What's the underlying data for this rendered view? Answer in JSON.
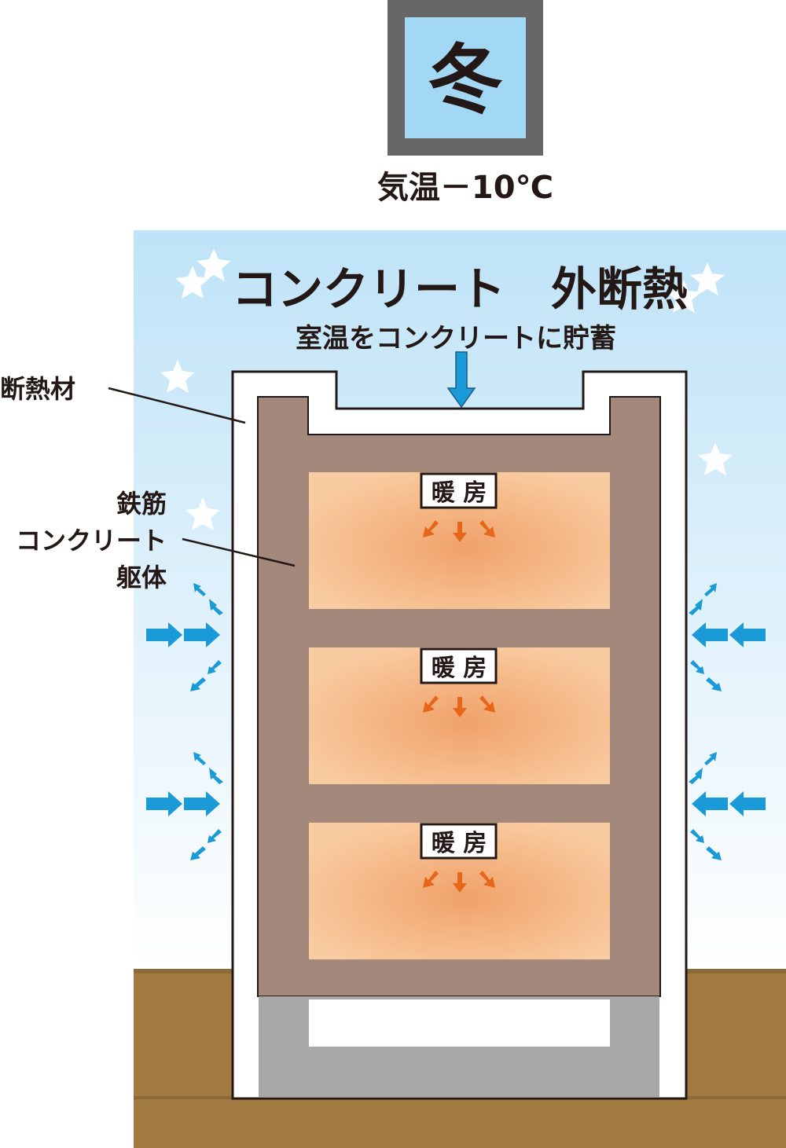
{
  "season": {
    "label": "冬",
    "temperature": "気温－10℃"
  },
  "title": "コンクリート　外断熱",
  "subtitle": "室温をコンクリートに貯蓄",
  "labels": {
    "insulation": "断熱材",
    "concrete_line1": "鉄筋",
    "concrete_line2": "コンクリート",
    "concrete_line3": "躯体"
  },
  "rooms": [
    {
      "heater_label": "暖 房"
    },
    {
      "heater_label": "暖 房"
    },
    {
      "heater_label": "暖 房"
    }
  ],
  "colors": {
    "sky_top": "#bfe3f7",
    "sky_bottom": "#ffffff",
    "ground": "#a07a40",
    "concrete": "#a5887c",
    "foundation": "#a8a8a8",
    "insulation": "#ffffff",
    "room_warm": "#f7c79a",
    "heat_arrow": "#e8661a",
    "cold_arrow": "#1a9ad6",
    "season_box": "#a3d8f5",
    "season_border": "#666666"
  }
}
